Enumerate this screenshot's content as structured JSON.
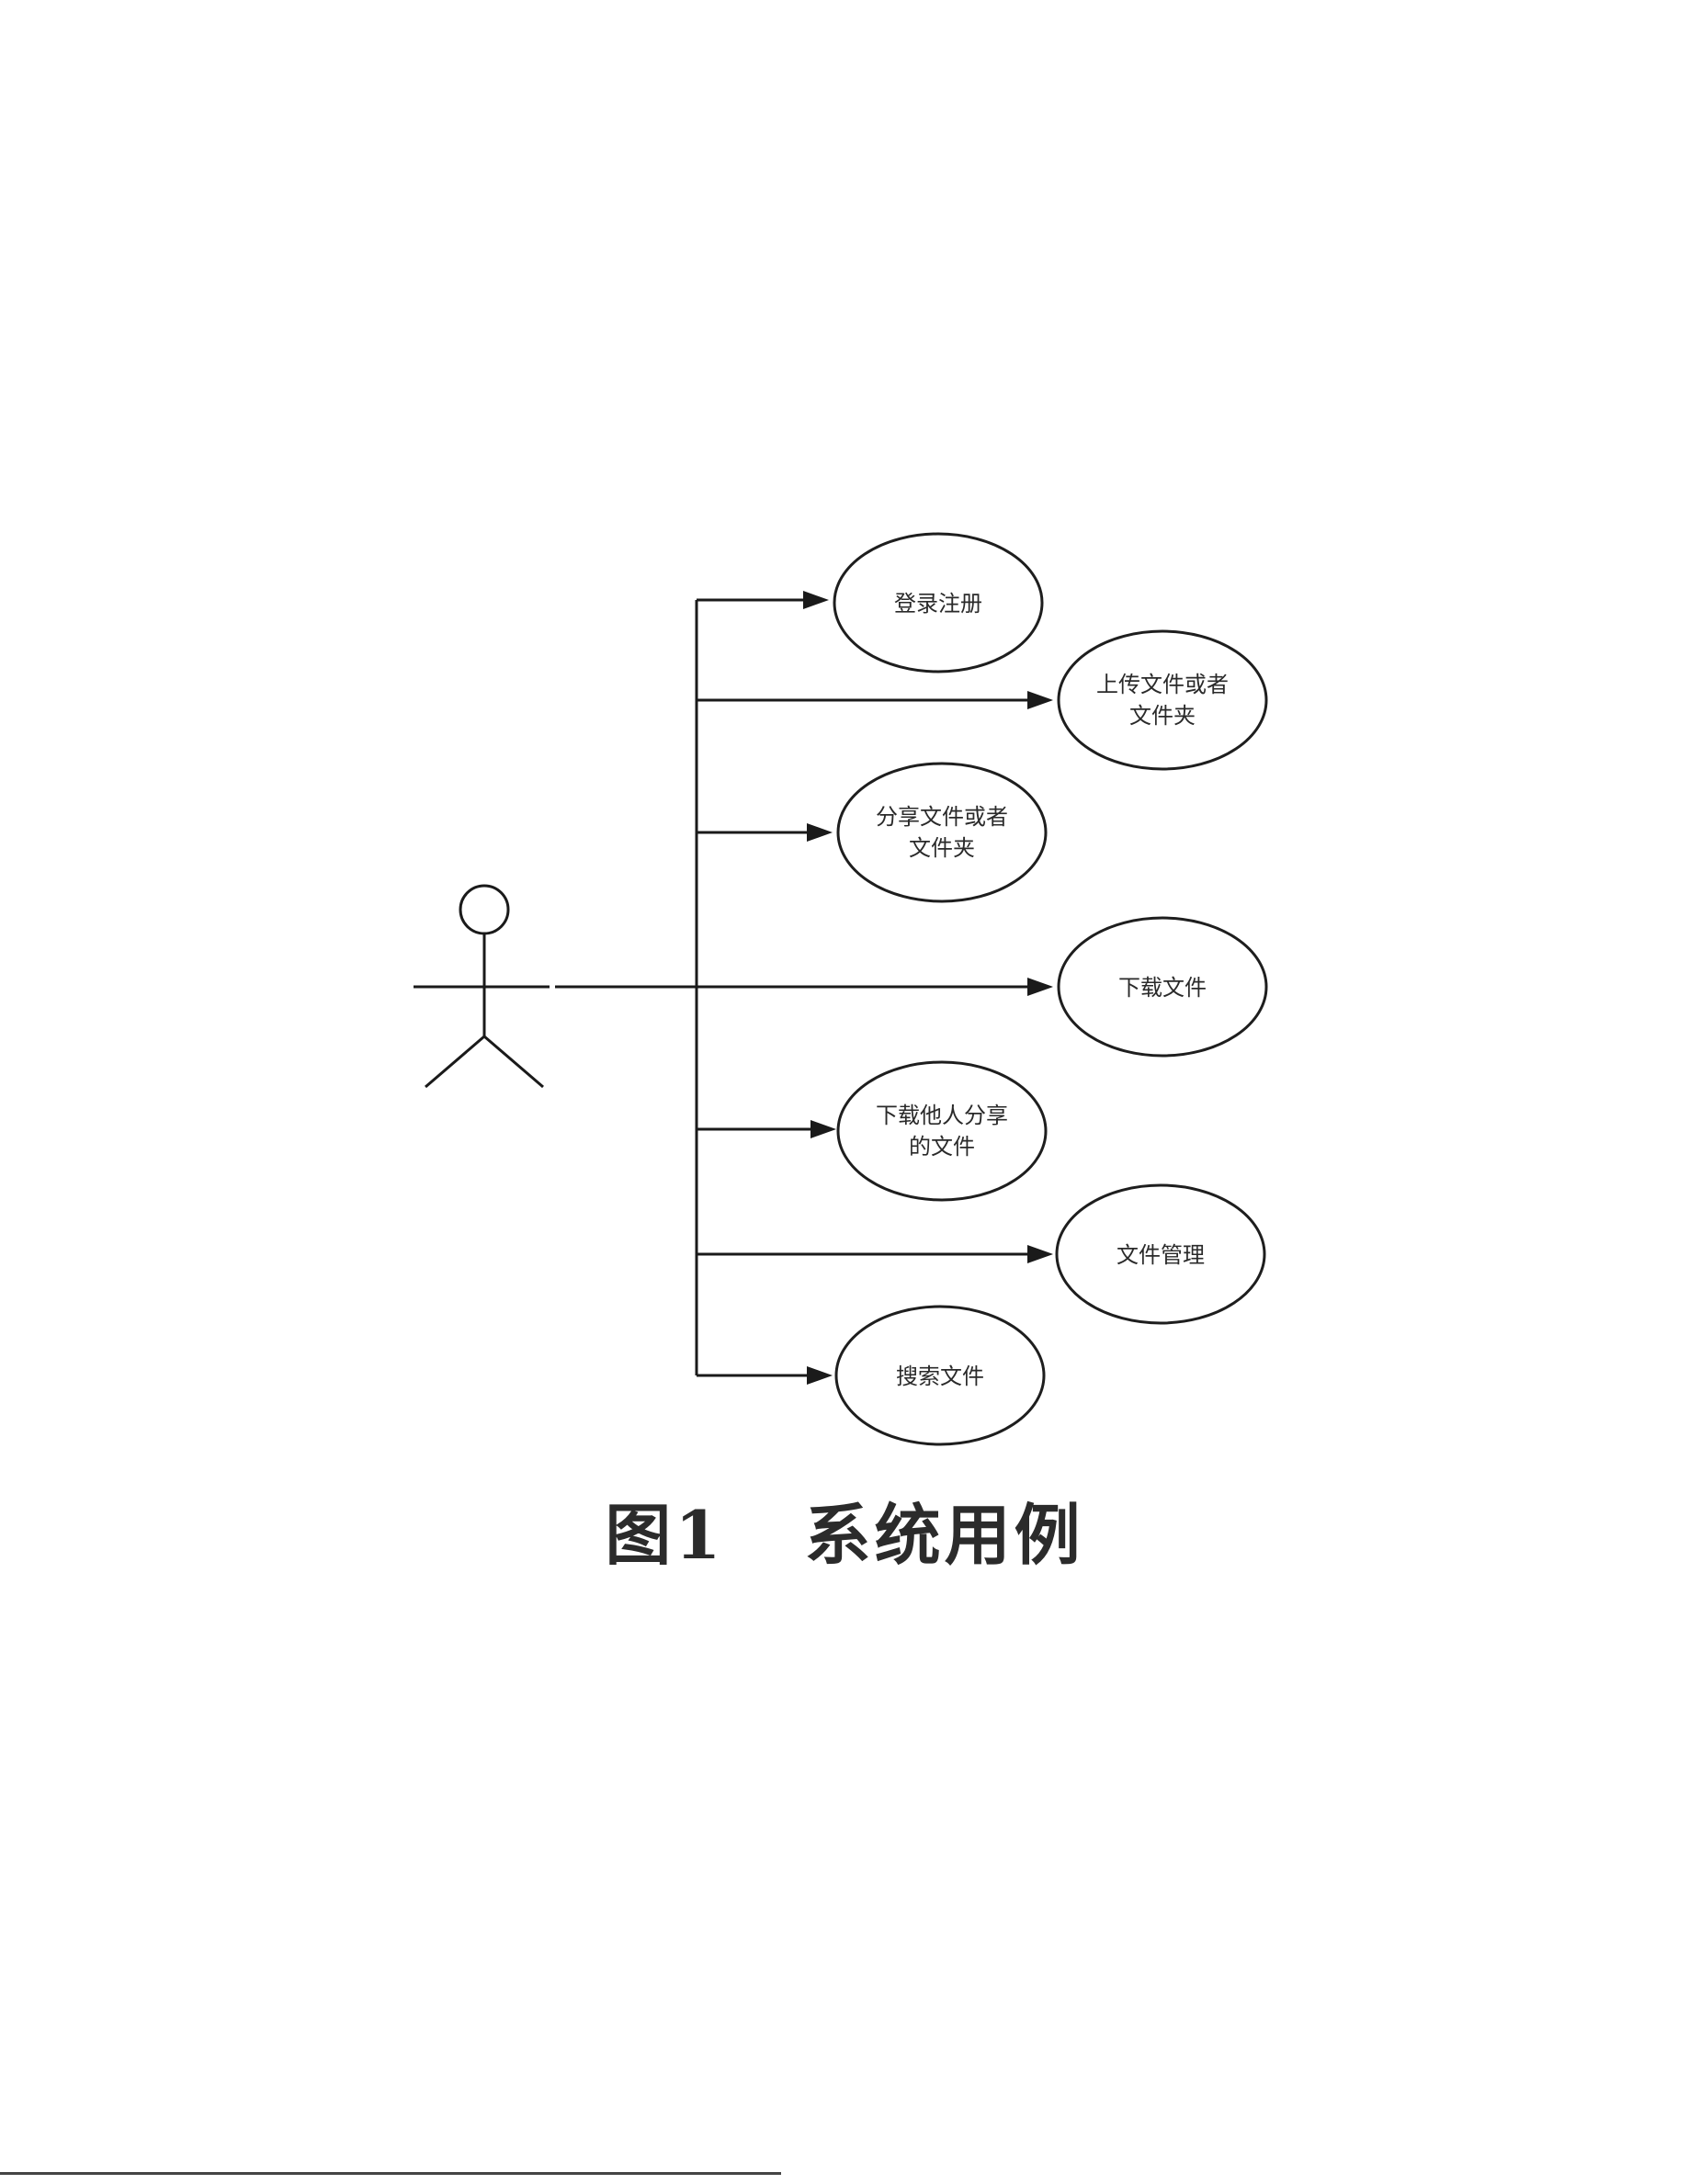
{
  "diagram": {
    "actor": {
      "icon": "actor-stick-figure-icon"
    },
    "use_cases": [
      {
        "id": "login",
        "lines": [
          "登录注册"
        ]
      },
      {
        "id": "upload",
        "lines": [
          "上传文件或者",
          "文件夹"
        ]
      },
      {
        "id": "share",
        "lines": [
          "分享文件或者",
          "文件夹"
        ]
      },
      {
        "id": "download",
        "lines": [
          "下载文件"
        ]
      },
      {
        "id": "download_shared",
        "lines": [
          "下载他人分享",
          "的文件"
        ]
      },
      {
        "id": "manage",
        "lines": [
          "文件管理"
        ]
      },
      {
        "id": "search",
        "lines": [
          "搜索文件"
        ]
      }
    ]
  },
  "caption": {
    "figure_no": "图1",
    "title": "系统用例"
  }
}
